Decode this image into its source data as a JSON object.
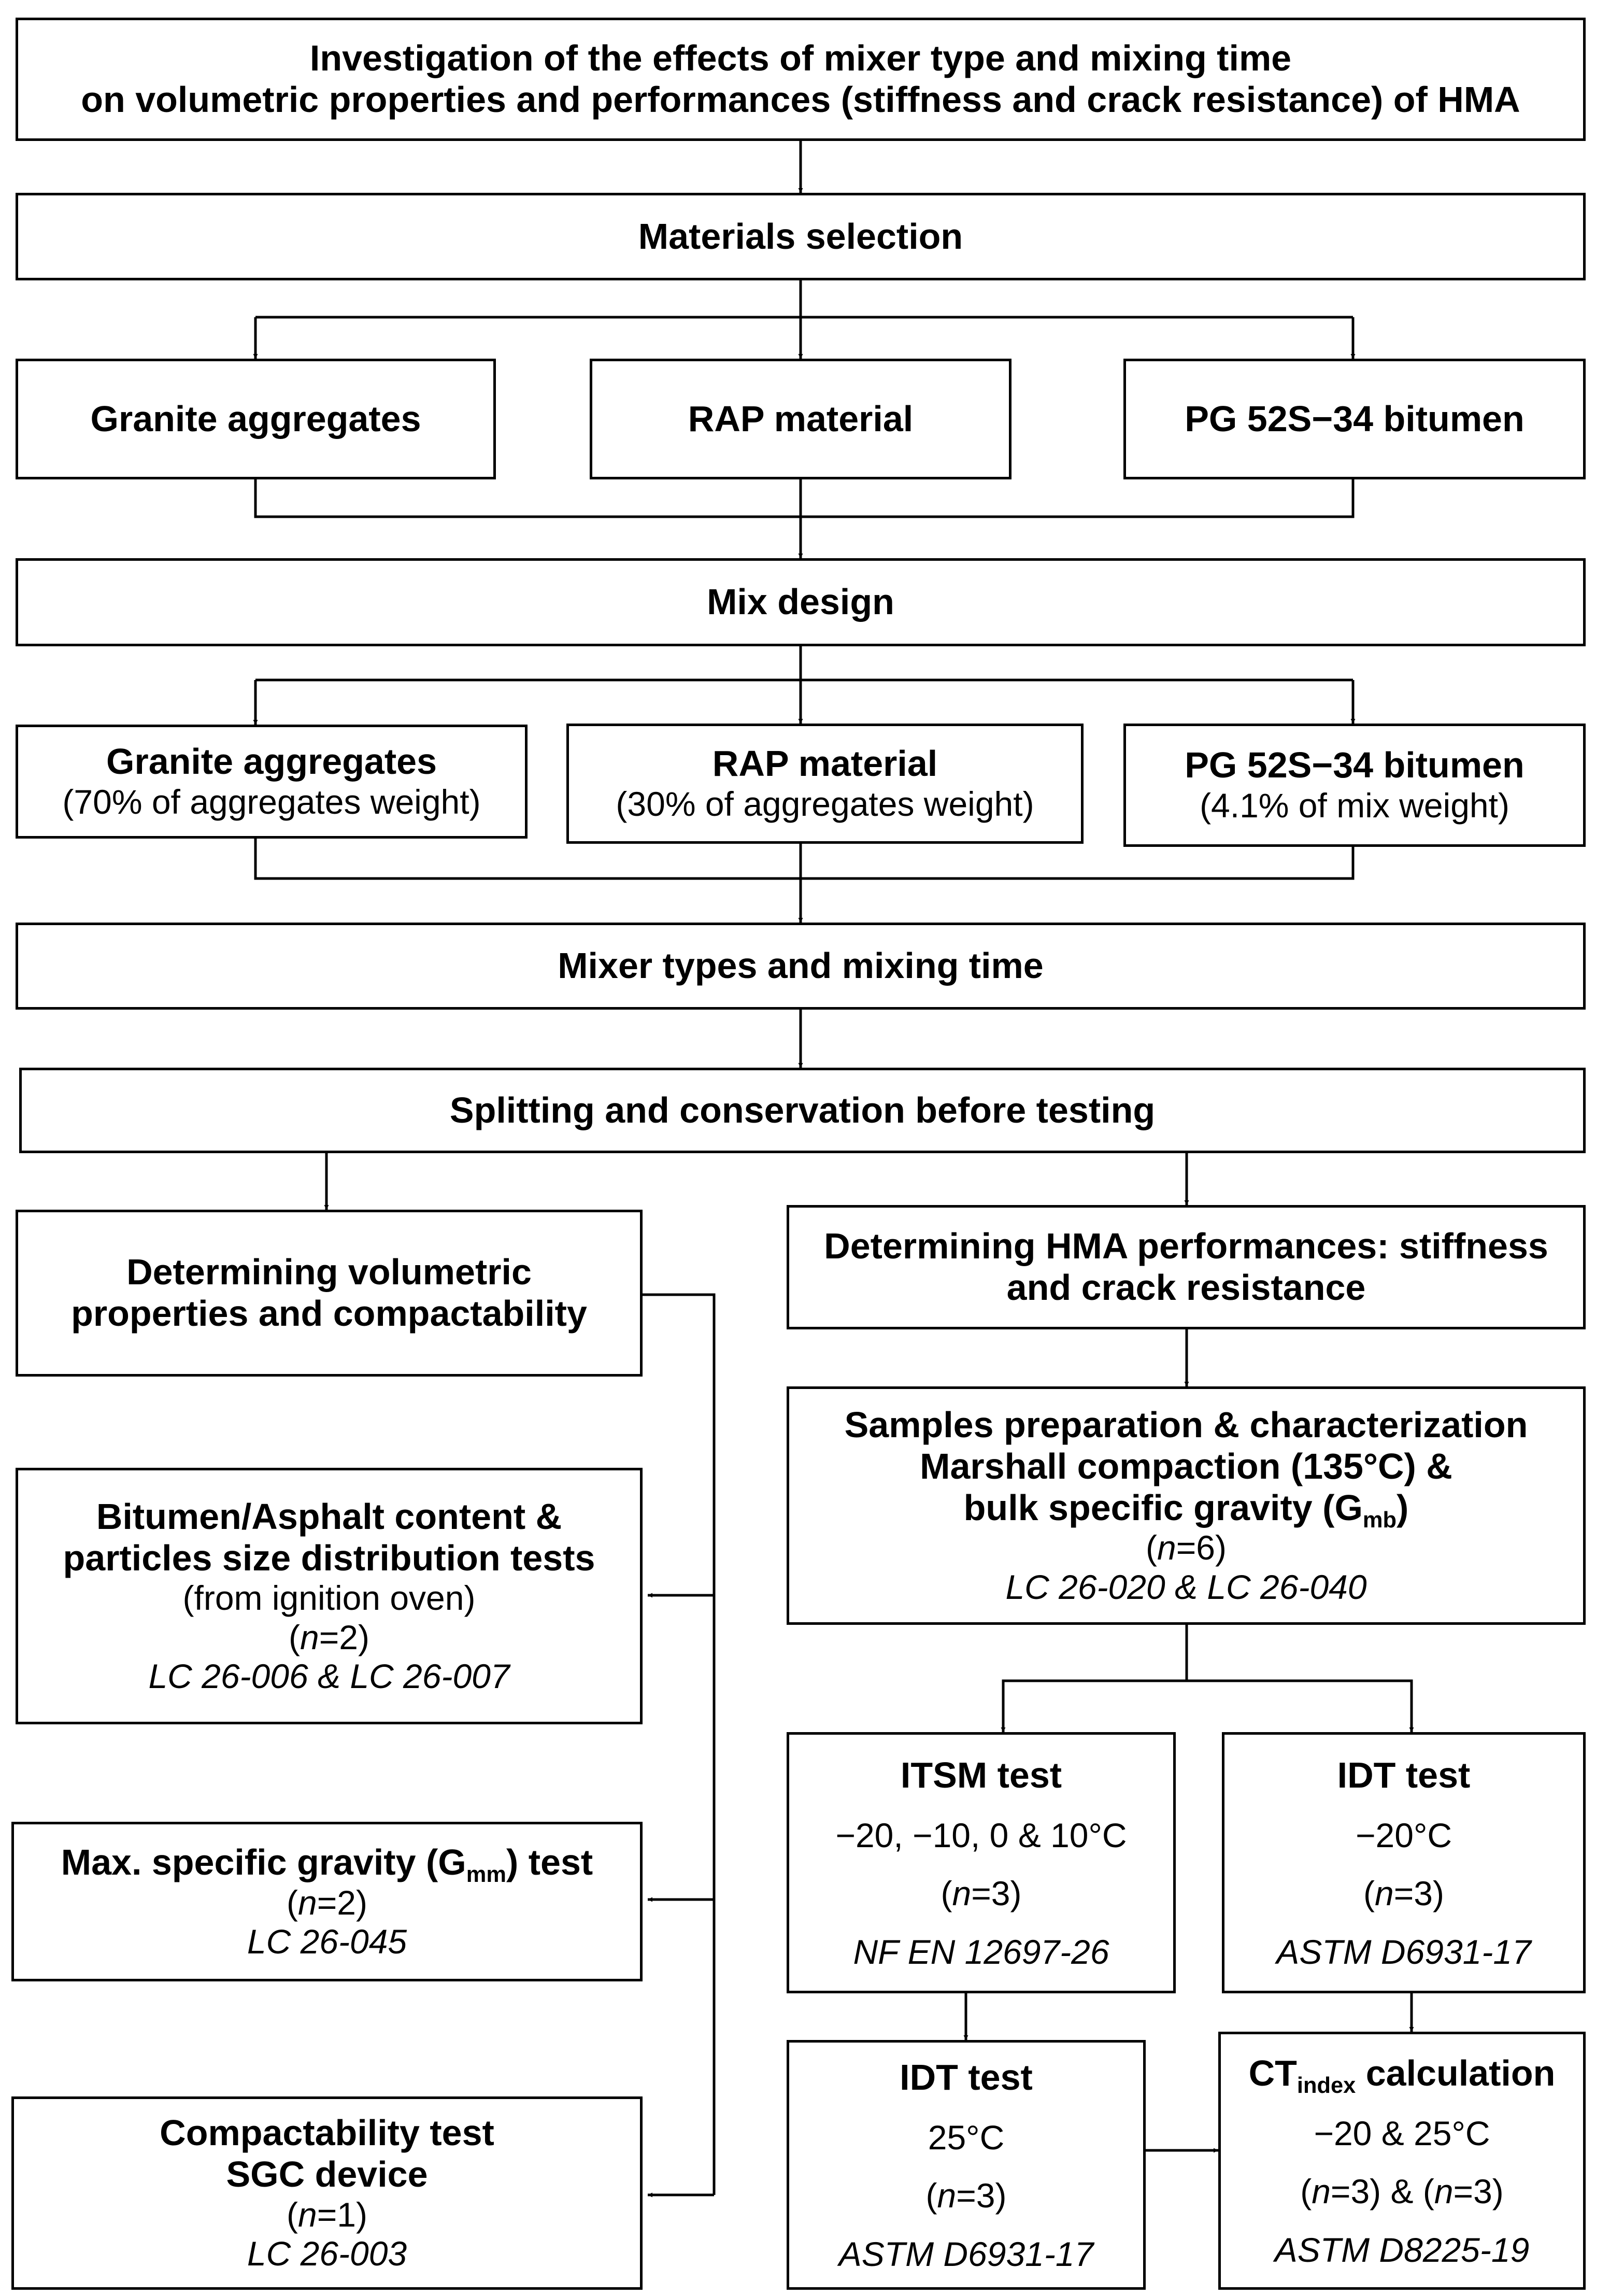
{
  "title_box": {
    "line1": "Investigation of the effects of mixer type and mixing time",
    "line2": "on volumetric properties and performances (stiffness and crack resistance) of HMA"
  },
  "materials_selection": {
    "label": "Materials selection"
  },
  "materials": {
    "granite": "Granite aggregates",
    "rap": "RAP material",
    "bitumen": "PG 52S−34 bitumen"
  },
  "mix_design": {
    "label": "Mix design"
  },
  "mix": {
    "granite": {
      "name": "Granite aggregates",
      "detail": "(70% of aggregates weight)"
    },
    "rap": {
      "name": "RAP material",
      "detail": "(30% of aggregates weight)"
    },
    "bitumen": {
      "name": "PG 52S−34 bitumen",
      "detail": "(4.1% of mix weight)"
    }
  },
  "mixer_types": {
    "label": "Mixer types and mixing time"
  },
  "splitting": {
    "label": "Splitting and conservation before testing"
  },
  "volumetric": {
    "line1": "Determining volumetric",
    "line2": "properties and compactability"
  },
  "bitumen_content": {
    "line1": "Bitumen/Asphalt content &",
    "line2": "particles size distribution tests",
    "line3": "(from ignition oven)",
    "n_var": "n",
    "n_val": "=2",
    "n_open": "(",
    "n_close": ")",
    "standard": "LC 26-006 & LC 26-007"
  },
  "max_sg": {
    "label_pre": "Max. specific gravity (G",
    "label_sub": "mm",
    "label_post": ") test",
    "n_open": "(",
    "n_var": "n",
    "n_val": "=2",
    "n_close": ")",
    "standard": "LC 26-045"
  },
  "compactability": {
    "line1": "Compactability test",
    "line2": "SGC device",
    "n_open": "(",
    "n_var": "n",
    "n_val": "=1",
    "n_close": ")",
    "standard": "LC 26-003"
  },
  "performances": {
    "line1": "Determining HMA performances: stiffness",
    "line2": "and crack resistance"
  },
  "samples": {
    "line1": "Samples preparation & characterization",
    "line2": "Marshall compaction (135°C) &",
    "line3_pre": "bulk specific gravity (G",
    "line3_sub": "mb",
    "line3_post": ")",
    "n_open": "(",
    "n_var": "n",
    "n_val": "=6",
    "n_close": ")",
    "standard": "LC 26-020 & LC 26-040"
  },
  "itsm": {
    "title": "ITSM test",
    "temps": "−20, −10, 0 & 10°C",
    "n_open": "(",
    "n_var": "n",
    "n_val": "=3",
    "n_close": ")",
    "standard": "NF EN 12697-26"
  },
  "idt_cold": {
    "title": "IDT test",
    "temp": "−20°C",
    "n_open": "(",
    "n_var": "n",
    "n_val": "=3",
    "n_close": ")",
    "standard": "ASTM D6931-17"
  },
  "idt_warm": {
    "title": "IDT test",
    "temp": "25°C",
    "n_open": "(",
    "n_var": "n",
    "n_val": "=3",
    "n_close": ")",
    "standard": "ASTM D6931-17"
  },
  "ct_index": {
    "title_pre": "CT",
    "title_sub": "index",
    "title_post": " calculation",
    "temps": "−20 & 25°C",
    "n1_open": "(",
    "n1_var": "n",
    "n1_val": "=3) & (",
    "n2_var": "n",
    "n2_val": "=3)",
    "standard": "ASTM D8225-19"
  }
}
